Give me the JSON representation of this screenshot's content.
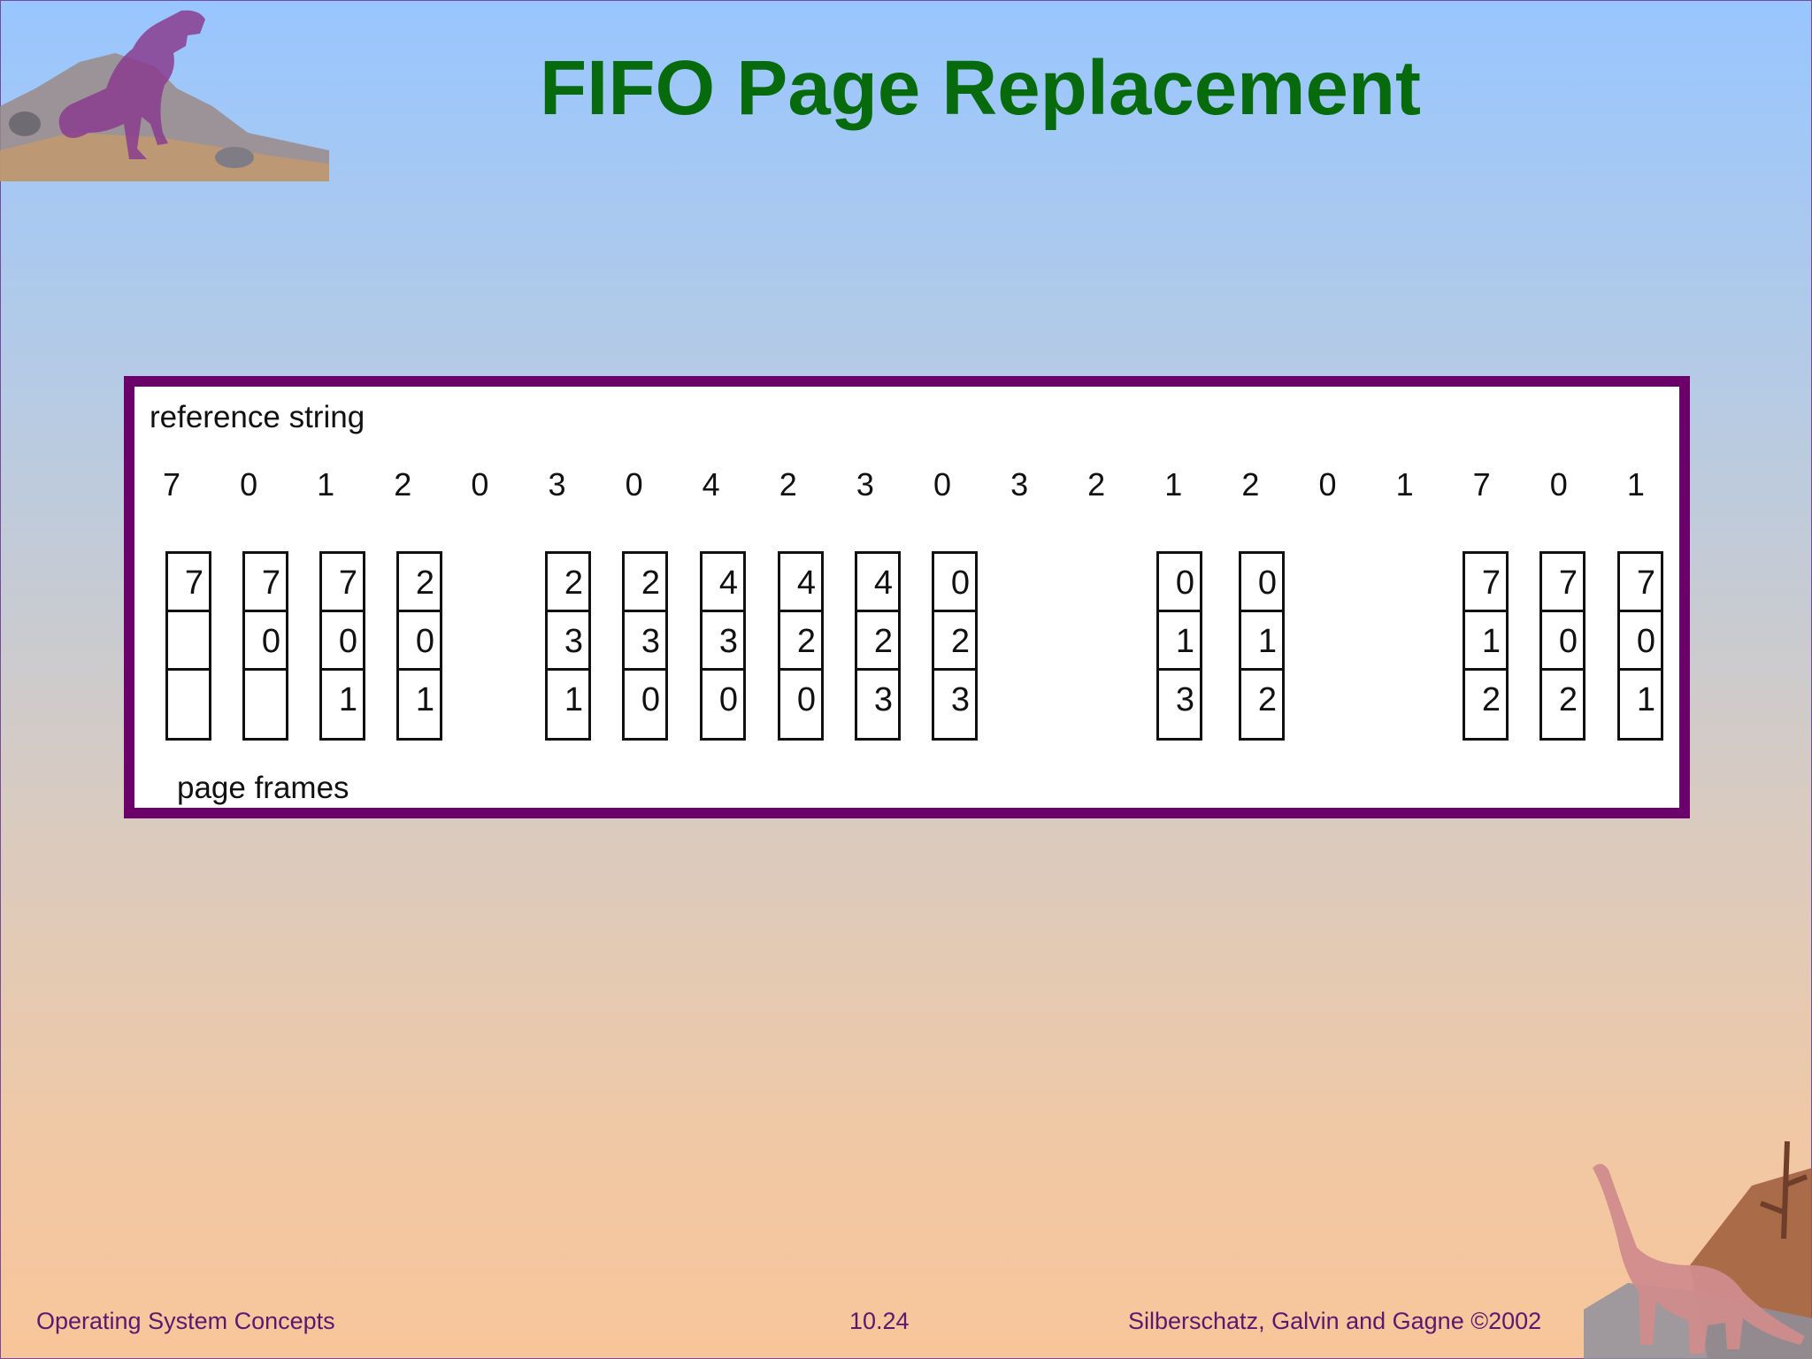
{
  "slide": {
    "title": "FIFO Page Replacement",
    "accent_title_color": "#076b0d",
    "panel_border_color": "#6b006b"
  },
  "diagram": {
    "reference_label": "reference string",
    "frames_label": "page frames",
    "reference_string": [
      "7",
      "0",
      "1",
      "2",
      "0",
      "3",
      "0",
      "4",
      "2",
      "3",
      "0",
      "3",
      "2",
      "1",
      "2",
      "0",
      "1",
      "7",
      "0",
      "1"
    ],
    "frame_columns": [
      {
        "cells": [
          "7",
          "",
          ""
        ]
      },
      {
        "cells": [
          "7",
          "0",
          ""
        ]
      },
      {
        "cells": [
          "7",
          "0",
          "1"
        ]
      },
      {
        "cells": [
          "2",
          "0",
          "1"
        ]
      },
      {
        "cells": [
          "2",
          "3",
          "1"
        ]
      },
      {
        "cells": [
          "2",
          "3",
          "0"
        ]
      },
      {
        "cells": [
          "4",
          "3",
          "0"
        ]
      },
      {
        "cells": [
          "4",
          "2",
          "0"
        ]
      },
      {
        "cells": [
          "4",
          "2",
          "3"
        ]
      },
      {
        "cells": [
          "0",
          "2",
          "3"
        ]
      },
      {
        "cells": [
          "0",
          "1",
          "3"
        ]
      },
      {
        "cells": [
          "0",
          "1",
          "2"
        ]
      },
      {
        "cells": [
          "7",
          "1",
          "2"
        ]
      },
      {
        "cells": [
          "7",
          "0",
          "2"
        ]
      },
      {
        "cells": [
          "7",
          "0",
          "1"
        ]
      }
    ]
  },
  "footer": {
    "left": "Operating System Concepts",
    "center": "10.24",
    "right": "Silberschatz, Galvin and  Gagne ©2002"
  },
  "decorations": {
    "top_left": "tyrannosaurus-on-rocks-illustration",
    "bottom_right": "brontosaurus-illustration"
  }
}
